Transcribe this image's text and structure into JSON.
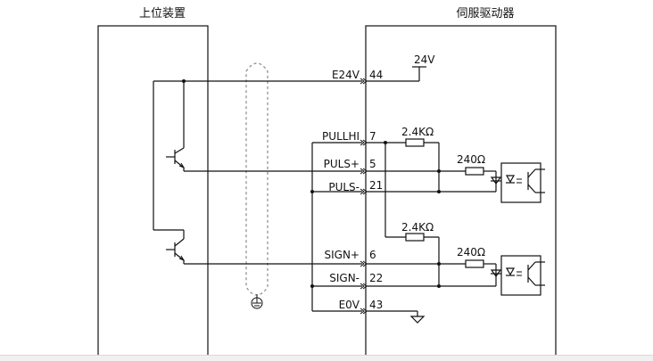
{
  "titles": {
    "host": "上位装置",
    "drive": "伺服驱动器"
  },
  "signals": {
    "e24v": {
      "name": "E24V",
      "pin": "44"
    },
    "pullhi": {
      "name": "PULLHI",
      "pin": "7"
    },
    "puls_pos": {
      "name": "PULS+",
      "pin": "5"
    },
    "puls_neg": {
      "name": "PULS-",
      "pin": "21"
    },
    "sign_pos": {
      "name": "SIGN+",
      "pin": "6"
    },
    "sign_neg": {
      "name": "SIGN-",
      "pin": "22"
    },
    "e0v": {
      "name": "E0V",
      "pin": "43"
    }
  },
  "supply": "24V",
  "resistors": {
    "pull_upper": "2.4KΩ",
    "pull_lower": "2.4KΩ",
    "series_upper": "240Ω",
    "series_lower": "240Ω"
  },
  "symbols": [
    "npn-transistor-icon",
    "optocoupler-icon",
    "ground-icon",
    "chassis-ground-icon",
    "connector-arrow-icon"
  ]
}
